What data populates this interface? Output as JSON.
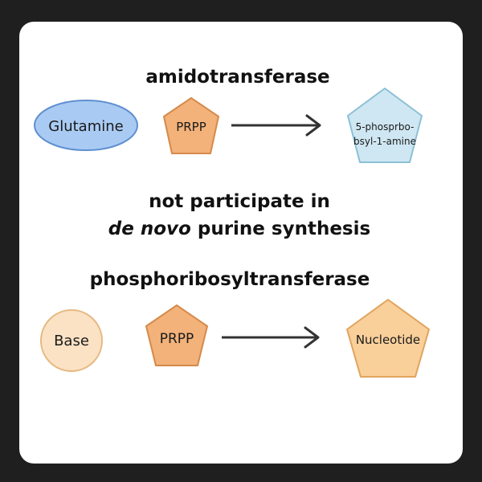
{
  "top": {
    "enzyme": "amidotransferase",
    "substrate": "Glutamine",
    "cosubstrate": "PRPP",
    "product_line1": "5-phosprbo-",
    "product_line2": "bsyl-1-amine"
  },
  "middle": {
    "line1": "not participate in",
    "line2_italic": "de novo",
    "line2_rest": " purine synthesis"
  },
  "bottom": {
    "enzyme": "phosphoribosyltransferase",
    "substrate": "Base",
    "cosubstrate": "PRPP",
    "product": "Nucleotide"
  },
  "colors": {
    "page_background": "#1f1f1f",
    "card_background": "#ffffff",
    "glutamine_fill": "#a9cbf3",
    "glutamine_stroke": "#5f8fd0",
    "prpp_fill": "#f2b27a",
    "prpp_stroke": "#d58a4a",
    "amine_fill": "#cfe7f2",
    "amine_stroke": "#8cc0d6",
    "base_fill": "#fbe2c4",
    "base_stroke": "#e5b983",
    "nucleotide_fill": "#f9cf9a",
    "nucleotide_stroke": "#e0a45e",
    "arrow": "#333333"
  }
}
